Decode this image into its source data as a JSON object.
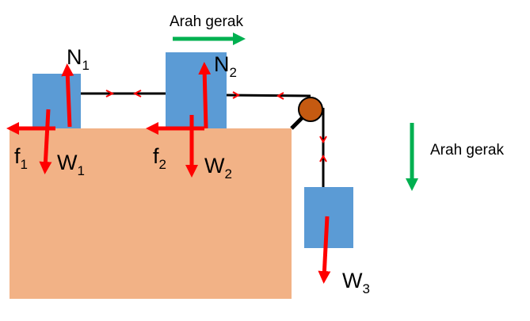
{
  "motion": {
    "top_label": "Arah gerak",
    "side_label": "Arah gerak"
  },
  "forces": {
    "N1": {
      "main": "N",
      "sub": "1"
    },
    "N2": {
      "main": "N",
      "sub": "2"
    },
    "f1": {
      "main": "f",
      "sub": "1"
    },
    "f2": {
      "main": "f",
      "sub": "2"
    },
    "W1": {
      "main": "W",
      "sub": "1"
    },
    "W2": {
      "main": "W",
      "sub": "2"
    },
    "W3": {
      "main": "W",
      "sub": "3"
    }
  },
  "colors": {
    "table": "#F2B286",
    "block": "#5B9BD5",
    "force_arrow": "#FF0000",
    "motion_arrow": "#00B050",
    "pulley": "#C55A11",
    "string": "#000000"
  }
}
